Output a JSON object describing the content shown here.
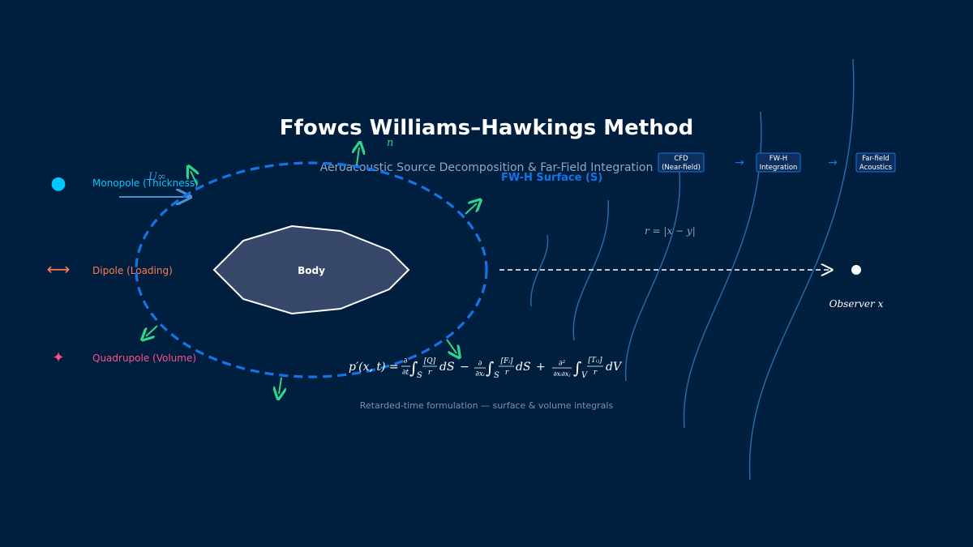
{
  "title": "Ffowcs Williams–Hawkings Method",
  "subtitle": "Aeroacoustic Source Decomposition & Far-Field Integration",
  "colors": {
    "background": "#001f3f",
    "surface": "#1474e6",
    "body_fill": "#36476a",
    "normal_arrows": "#2ed68a",
    "monopole": "#00c8ff",
    "dipole": "#ff7a4f",
    "quadrupole": "#ff4f8b",
    "wavefronts": "#2a78b8"
  },
  "freestream_label": "U∞",
  "normal_label": "n",
  "surface_label": "FW-H Surface (S)",
  "body_label": "Body",
  "distance_label": "r = |x − y|",
  "observer_label": "Observer x",
  "legend": [
    {
      "icon": "●",
      "label": "Monopole (Thickness)"
    },
    {
      "icon": "⟷",
      "label": "Dipole (Loading)"
    },
    {
      "icon": "✦",
      "label": "Quadrupole (Volume)"
    }
  ],
  "pipeline": {
    "steps": [
      {
        "line1": "CFD",
        "line2": "(Near-field)"
      },
      {
        "line1": "FW-H",
        "line2": "Integration"
      },
      {
        "line1": "Far-field",
        "line2": "Acoustics"
      }
    ],
    "arrow": "→"
  },
  "equation": {
    "lhs": "p′(x, t) =",
    "term1_op": "∂",
    "term1_den": "∂t",
    "term1_num": "[Q]",
    "term1_r": "r",
    "term1_dx": "dS",
    "minus": "−",
    "term2_op": "∂",
    "term2_den": "∂xᵢ",
    "term2_num": "[Fᵢ]",
    "term2_r": "r",
    "term2_dx": "dS",
    "plus": "+",
    "term3_op": "∂²",
    "term3_den": "∂xᵢ∂xⱼ",
    "term3_num": "[Tᵢⱼ]",
    "term3_r": "r",
    "term3_dx": "dV",
    "int": "∫",
    "sub_S": "S",
    "sub_V": "V"
  },
  "caption": "Retarded-time formulation — surface & volume integrals"
}
